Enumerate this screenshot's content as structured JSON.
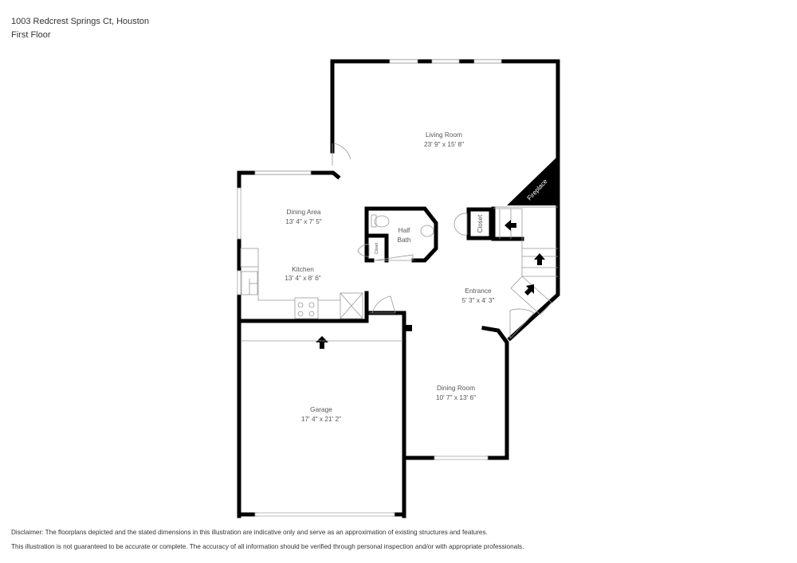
{
  "header": {
    "address": "1003 Redcrest Springs Ct, Houston",
    "floor": "First Floor"
  },
  "rooms": [
    {
      "name": "Living Room",
      "dimensions": "23' 9\" x 15' 8\""
    },
    {
      "name": "Dining Area",
      "dimensions": "13' 4\" x 7' 5\""
    },
    {
      "name": "Kitchen",
      "dimensions": "13' 4\" x 8' 6\""
    },
    {
      "name": "Half",
      "name2": "Bath"
    },
    {
      "name": "Entrance",
      "dimensions": "5' 3\" x 4' 3\""
    },
    {
      "name": "Garage",
      "dimensions": "17' 4\" x 21' 2\""
    },
    {
      "name": "Dining Room",
      "dimensions": "10' 7\" x 13' 6\""
    }
  ],
  "fixtures": {
    "fireplace": "Fireplace",
    "closet_entry": "Closet",
    "closet_bath": "Closet"
  },
  "disclaimer": {
    "line1": "Disclaimer: The floorplans depicted and the stated dimensions in this illustration are indicative only and serve as an approximation of existing structures and features.",
    "line2": "This illustration is not guaranteed to be accurate or complete. The accuracy of all information should be verified through personal inspection and/or with appropriate professionals."
  },
  "colors": {
    "wall": "#000000",
    "window": "#ffffff",
    "text": "#555555"
  }
}
